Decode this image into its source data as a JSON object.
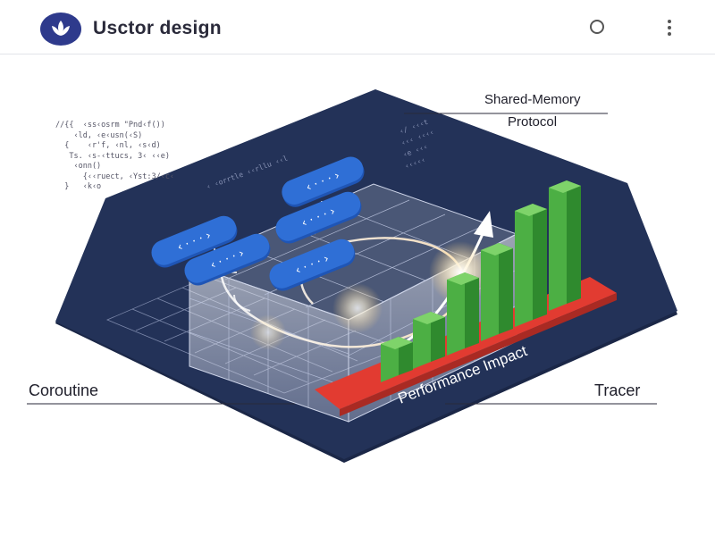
{
  "app": {
    "title": "Usctor design",
    "status_icon": "circle-icon",
    "menu_icon": "more-vertical-icon"
  },
  "diagram": {
    "labels": {
      "coroutine": "Coroutine",
      "tracer": "Tracer",
      "shared_memory_line1": "Shared-Memory",
      "shared_memory_line2": "Protocol",
      "performance_impact": "Performance Impact"
    },
    "code_snippets": {
      "left": [
        "//{{  ‹ss‹osrm \"Pnd‹f())",
        "    ‹ld, ‹e‹usn(‹S)",
        "  {    ‹r'f, ‹nl, ‹s‹d)",
        "   Ts. ‹s-‹ttucs, 3‹ ‹‹e)",
        "    ‹onn()",
        "      {‹‹ruect, ‹Yst:3/‹c‹",
        "  }   ‹k‹o"
      ],
      "middle": "‹ ‹orrtle ‹‹rllu ‹‹l",
      "right": [
        "‹/ ‹‹‹t",
        "  ‹‹‹ ‹‹‹‹",
        "  ‹e ‹‹‹",
        "  ‹‹‹‹‹"
      ]
    },
    "colors": {
      "platform": "#233258",
      "bar_green": "#4caf44",
      "impact_band": "#e23b31",
      "channel_blue": "#2f6fd6"
    },
    "performance_bars": [
      1,
      2,
      3,
      4,
      5,
      6
    ]
  }
}
